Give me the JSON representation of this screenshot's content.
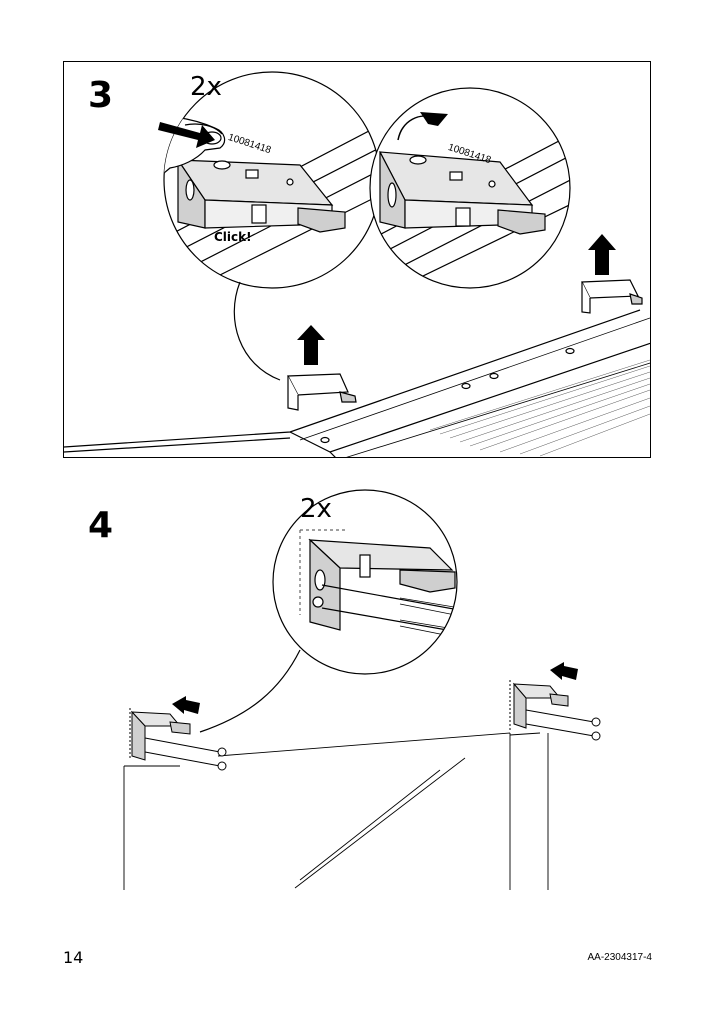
{
  "step3": {
    "number": "3",
    "quantity": "2x",
    "part_number_left": "10081418",
    "part_number_right": "10081418",
    "click_label": "Click!"
  },
  "step4": {
    "number": "4",
    "quantity": "2x"
  },
  "footer": {
    "page_number": "14",
    "doc_code": "AA-2304317-4"
  }
}
